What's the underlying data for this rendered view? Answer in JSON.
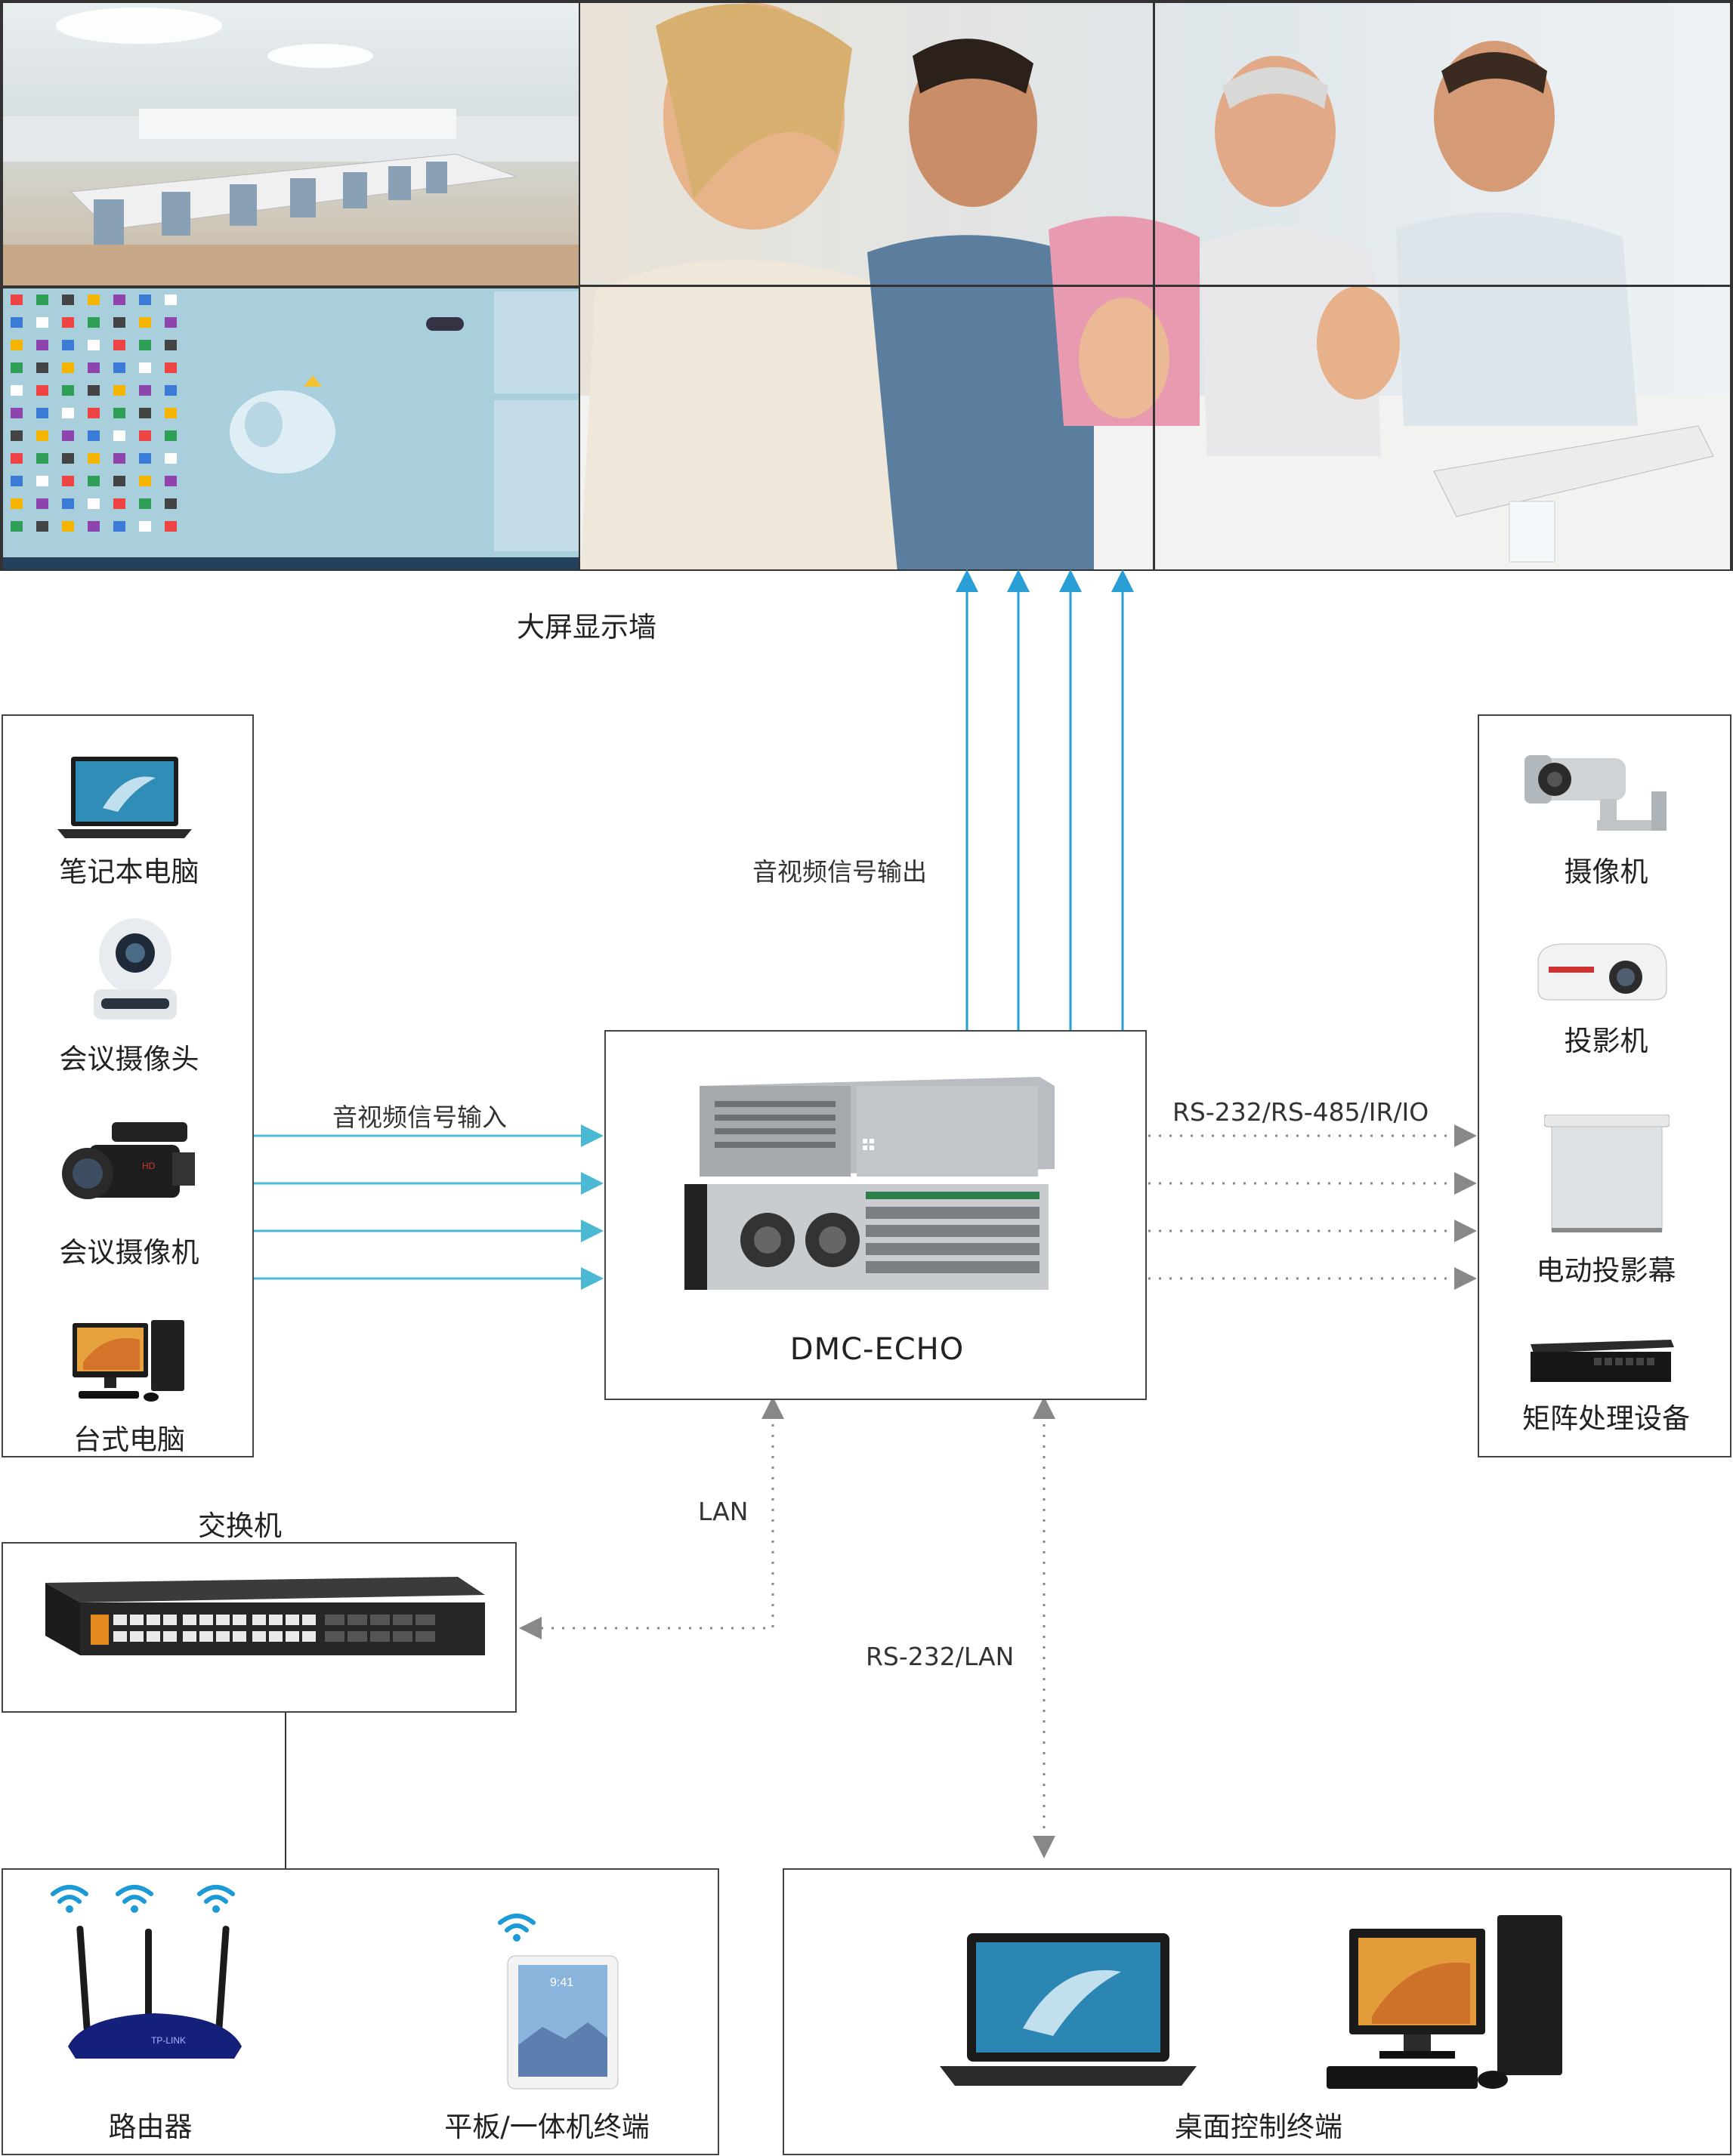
{
  "video_wall": {
    "caption": "大屏显示墙"
  },
  "signals": {
    "av_output": "音视频信号输出",
    "av_input": "音视频信号输入",
    "control_protocols": "RS-232/RS-485/IR/IO",
    "lan": "LAN",
    "rs232_lan": "RS-232/LAN"
  },
  "core_device": {
    "name": "DMC-ECHO"
  },
  "sources": [
    {
      "label": "笔记本电脑",
      "icon": "laptop-icon"
    },
    {
      "label": "会议摄像头",
      "icon": "ptz-camera-icon"
    },
    {
      "label": "会议摄像机",
      "icon": "camcorder-icon"
    },
    {
      "label": "台式电脑",
      "icon": "desktop-pc-icon"
    }
  ],
  "controlled_devices": [
    {
      "label": "摄像机",
      "icon": "cctv-camera-icon"
    },
    {
      "label": "投影机",
      "icon": "projector-icon"
    },
    {
      "label": "电动投影幕",
      "icon": "projection-screen-icon"
    },
    {
      "label": "矩阵处理设备",
      "icon": "matrix-device-icon"
    }
  ],
  "switch": {
    "label": "交换机"
  },
  "wireless": {
    "router_label": "路由器",
    "tablet_label": "平板/一体机终端"
  },
  "desktop_terminal": {
    "label": "桌面控制终端"
  },
  "colors": {
    "signal_line": "#2a9fd6",
    "input_line": "#4bb8d4",
    "box_border": "#444444",
    "wifi": "#1a9ad6"
  }
}
